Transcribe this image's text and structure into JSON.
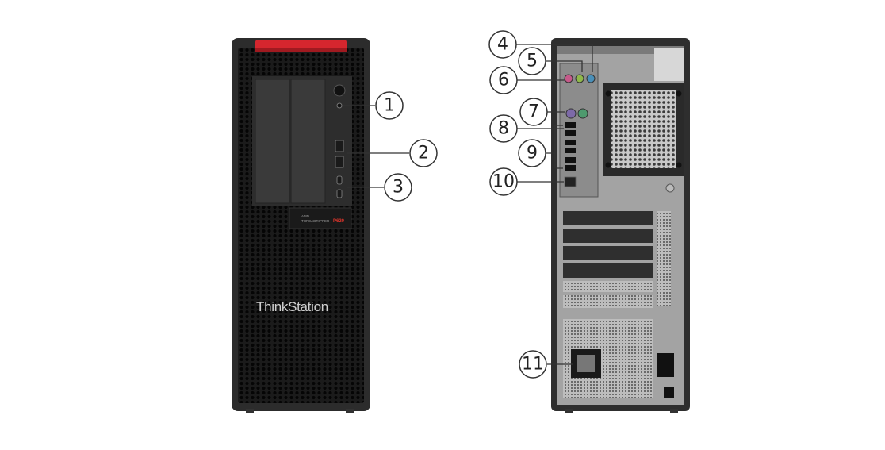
{
  "front": {
    "brand": "ThinkStation",
    "model": "P620",
    "badge_line1": "AMD",
    "badge_line2": "THREADRIPPER"
  },
  "callouts": {
    "c1": "1",
    "c2": "2",
    "c3": "3",
    "c4": "4",
    "c5": "5",
    "c6": "6",
    "c7": "7",
    "c8": "8",
    "c9": "9",
    "c10": "10",
    "c11": "11"
  },
  "colors": {
    "chassis": "#2b2b2b",
    "accent_red": "#d6262e",
    "rear_panel": "#9b9b9b",
    "callout_stroke": "#333333"
  }
}
